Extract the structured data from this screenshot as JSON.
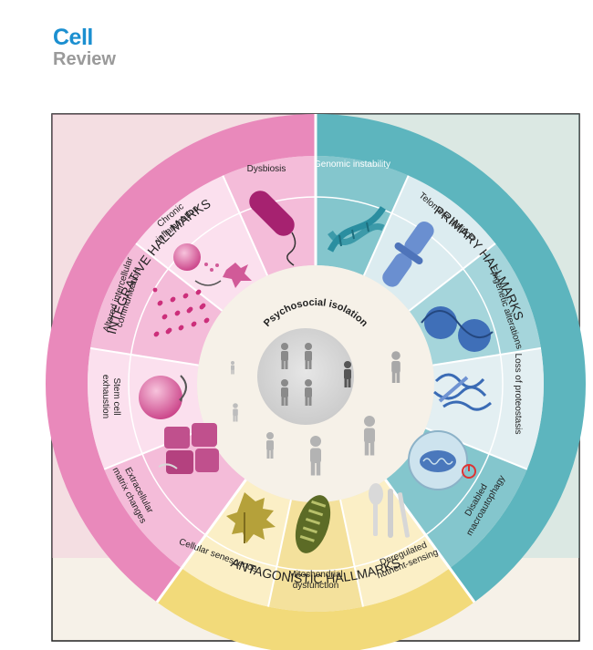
{
  "header": {
    "journal": "Cell",
    "section": "Review"
  },
  "diagram": {
    "center_title": "Psychosocial isolation",
    "groups": {
      "primary": {
        "label": "PRIMARY HALLMARKS",
        "color": "#5db5be"
      },
      "integrative": {
        "label": "INTEGRATIVE HALLMARKS",
        "color": "#e989bb"
      },
      "antagonistic": {
        "label": "ANTAGONISTIC HALLMARKS",
        "color": "#f2da7a"
      }
    },
    "hallmarks": {
      "genomic_instability": "Genomic instability",
      "telomere_attrition": "Telomere attrition",
      "epigenetic_alterations": "Epigenetic alterations",
      "loss_of_proteostasis": "Loss of proteostasis",
      "disabled_macroautophagy": [
        "Disabled",
        "macroautophagy"
      ],
      "deregulated_nutrient_sensing": [
        "Deregulated",
        "nutrient-sensing"
      ],
      "mitochondrial_dysfunction": [
        "Mitochondrial",
        "dysfunction"
      ],
      "cellular_senescence": "Cellular senescence",
      "extracellular_matrix_changes": [
        "Extracellular",
        "matrix changes"
      ],
      "stem_cell_exhaustion": [
        "Stem cell",
        "exhaustion"
      ],
      "altered_intercellular_communication": [
        "Altered intercellular",
        "communication"
      ],
      "chronic_inflammation": [
        "Chronic",
        "inflammation"
      ],
      "dysbiosis": "Dysbiosis"
    }
  }
}
